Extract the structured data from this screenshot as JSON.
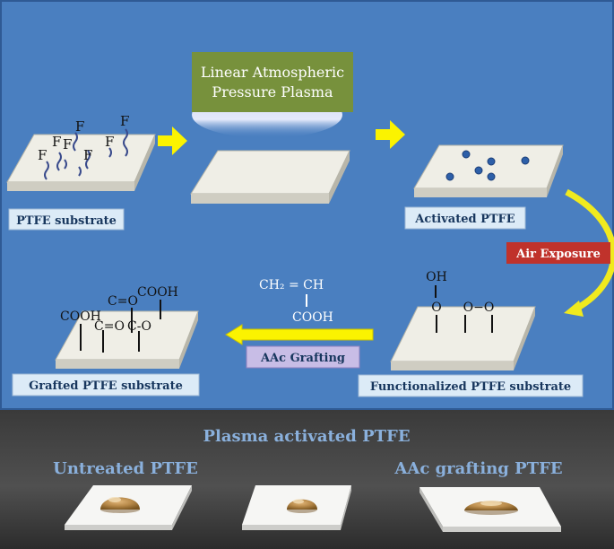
{
  "plasma_box": {
    "line1": "Linear  Atmospheric",
    "line2": "Pressure Plasma"
  },
  "labels": {
    "ptfe_substrate": "PTFE substrate",
    "activated": "Activated PTFE",
    "air_exposure": "Air Exposure",
    "functionalized": "Functionalized PTFE substrate",
    "grafted": "Grafted PTFE substrate",
    "aac_grafting": "AAc Grafting"
  },
  "chem": {
    "fluorine": "F",
    "monomer_top": "CH₂ = CH",
    "monomer_bottom": "COOH",
    "oh": "OH",
    "o": "O",
    "peroxide": "O−O",
    "cooh": "COOH",
    "co_double": "C=O",
    "co_single": "C-O"
  },
  "photo": {
    "center_label": "Plasma activated PTFE",
    "left_label": "Untreated PTFE",
    "right_label": "AAc grafting PTFE"
  },
  "colors": {
    "panel_bg": "#4a7fc0",
    "plasma_box": "#77913c",
    "label_box": "#dcebf7",
    "air_box": "#c0322b",
    "aac_box": "#c8bde6",
    "arrow_yellow": "#fbf300",
    "photo_label": "#8ab0dc"
  }
}
